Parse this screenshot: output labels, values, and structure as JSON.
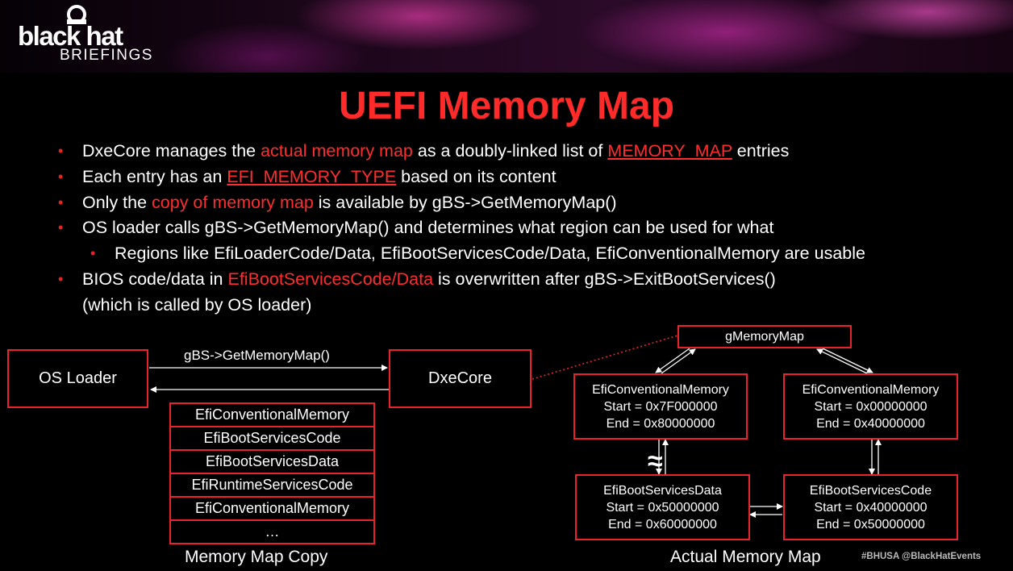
{
  "logo": {
    "brand": "black hat",
    "sub": "BRIEFINGS"
  },
  "title": "UEFI Memory Map",
  "bullets": [
    {
      "indent": 0,
      "segments": [
        {
          "text": "DxeCore manages the ",
          "style": "plain"
        },
        {
          "text": "actual memory map",
          "style": "red"
        },
        {
          "text": " as a doubly-linked list of ",
          "style": "plain"
        },
        {
          "text": "MEMORY_MAP",
          "style": "redu"
        },
        {
          "text": " entries",
          "style": "plain"
        }
      ]
    },
    {
      "indent": 0,
      "segments": [
        {
          "text": "Each entry has an ",
          "style": "plain"
        },
        {
          "text": "EFI_MEMORY_TYPE",
          "style": "redu"
        },
        {
          "text": " based on its content",
          "style": "plain"
        }
      ]
    },
    {
      "indent": 0,
      "segments": [
        {
          "text": "Only the ",
          "style": "plain"
        },
        {
          "text": "copy of memory map",
          "style": "red"
        },
        {
          "text": " is available by gBS->GetMemoryMap()",
          "style": "plain"
        }
      ]
    },
    {
      "indent": 0,
      "segments": [
        {
          "text": "OS loader calls gBS->GetMemoryMap() and determines what region can be used for what",
          "style": "plain"
        }
      ]
    },
    {
      "indent": 1,
      "segments": [
        {
          "text": "Regions like EfiLoaderCode/Data, EfiBootServicesCode/Data, EfiConventionalMemory are usable",
          "style": "plain"
        }
      ]
    },
    {
      "indent": 0,
      "segments": [
        {
          "text": "BIOS code/data in ",
          "style": "plain"
        },
        {
          "text": "EfiBootServicesCode/Data",
          "style": "red"
        },
        {
          "text": " is overwritten after gBS->ExitBootServices()",
          "style": "plain"
        }
      ]
    },
    {
      "indent": 0,
      "nobullet": true,
      "segments": [
        {
          "text": "(which is called by OS loader)",
          "style": "plain"
        }
      ]
    }
  ],
  "bullet_glyph": "•",
  "diagram": {
    "os_loader": "OS Loader",
    "dxecore": "DxeCore",
    "call_label": "gBS->GetMemoryMap()",
    "copy_rows": [
      "EfiConventionalMemory",
      "EfiBootServicesCode",
      "EfiBootServicesData",
      "EfiRuntimeServicesCode",
      "EfiConventionalMemory",
      "…"
    ],
    "copy_caption": "Memory Map Copy",
    "gmemorymap": "gMemoryMap",
    "nodes": {
      "top_left": {
        "type": "EfiConventionalMemory",
        "start": "Start = 0x7F000000",
        "end": "End = 0x80000000"
      },
      "top_right": {
        "type": "EfiConventionalMemory",
        "start": "Start = 0x00000000",
        "end": "End = 0x40000000"
      },
      "bot_left": {
        "type": "EfiBootServicesData",
        "start": "Start = 0x50000000",
        "end": "End = 0x60000000"
      },
      "bot_right": {
        "type": "EfiBootServicesCode",
        "start": "Start = 0x40000000",
        "end": "End = 0x50000000"
      }
    },
    "approx": "≈",
    "actual_caption": "Actual Memory Map"
  },
  "footer": "#BHUSA   @BlackHatEvents",
  "colors": {
    "accent": "#e8232a",
    "title": "#ff2a2a",
    "background": "#000000"
  }
}
